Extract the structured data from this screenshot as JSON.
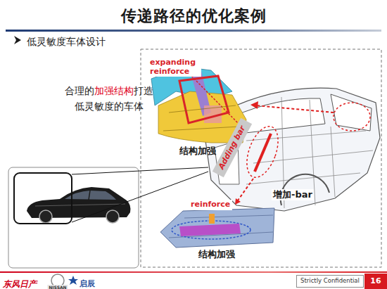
{
  "diagram": {
    "title": "传递路径的优化案例",
    "nodes": [
      {
        "text": [
          "expanding reinforce",
          "结构加强"
        ]
      },
      {
        "text": [
          "Adding bar"
        ]
      },
      {
        "text": [
          "reinforce",
          "结构加强"
        ]
      },
      {
        "text": [
          "Strictly Confidential"
        ]
      },
      {
        "text": [
          "16"
        ]
      }
    ],
    "labels": [
      "低灵敏度车体设计",
      "合理的",
      "加强结构",
      "打造",
      "低灵敏度的车体",
      "增加-bar",
      "东风日产",
      "NISSAN",
      "启辰"
    ]
  }
}
